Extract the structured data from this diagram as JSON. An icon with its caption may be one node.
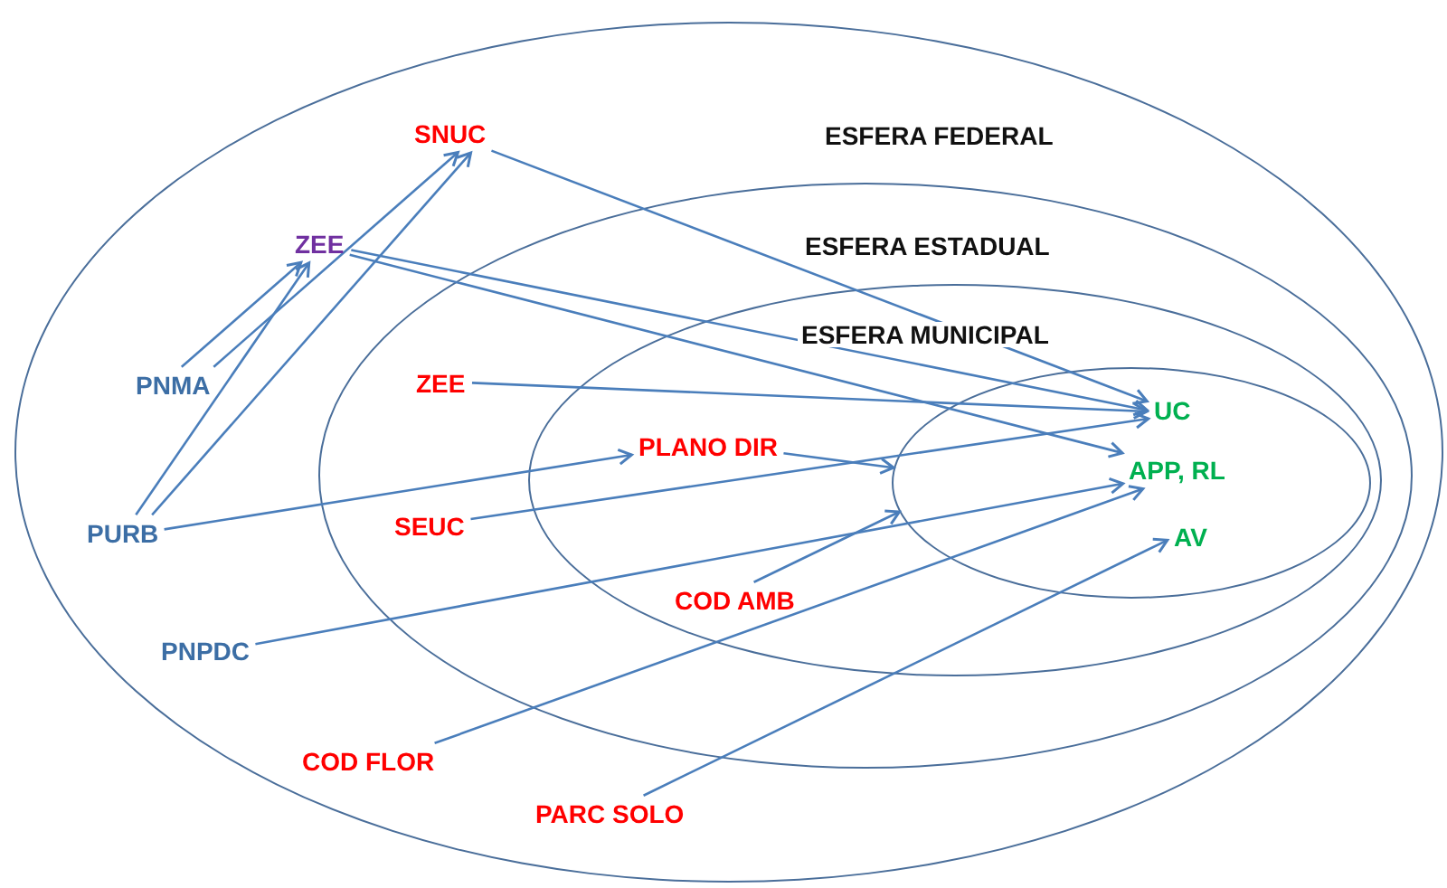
{
  "diagram": {
    "nodes": [
      {
        "text": [
          "ESFERA FEDERAL"
        ]
      },
      {
        "text": [
          "ESFERA ESTADUAL"
        ],
        "in": 0
      },
      {
        "text": [
          "ESFERA MUNICIPAL"
        ],
        "in": 1
      },
      {
        "text": [],
        "shape": "circle",
        "in": 2
      },
      {
        "text": [
          "SNUC"
        ],
        "in": 0
      },
      {
        "text": [
          "ZEE"
        ],
        "in": 0
      },
      {
        "text": [
          "PNMA"
        ],
        "in": 0
      },
      {
        "text": [
          "PURB"
        ],
        "in": 0
      },
      {
        "text": [
          "PNPDC"
        ],
        "in": 0
      },
      {
        "text": [
          "COD FLOR"
        ],
        "in": 0
      },
      {
        "text": [
          "PARC SOLO"
        ],
        "in": 0
      },
      {
        "text": [
          "ZEE"
        ],
        "in": 1
      },
      {
        "text": [
          "SEUC"
        ],
        "in": 1
      },
      {
        "text": [
          "PLANO DIR"
        ],
        "in": 2
      },
      {
        "text": [
          "COD AMB"
        ],
        "in": 2
      },
      {
        "text": [
          "UC"
        ],
        "in": 3
      },
      {
        "text": [
          "APP, RL"
        ],
        "in": 3
      },
      {
        "text": [
          "AV"
        ],
        "in": 3
      }
    ],
    "edges": [
      {
        "from": 6,
        "to": 5,
        "arrow": "to"
      },
      {
        "from": 6,
        "to": 4,
        "arrow": "to"
      },
      {
        "from": 7,
        "to": 5,
        "arrow": "to"
      },
      {
        "from": 7,
        "to": 4,
        "arrow": "to"
      },
      {
        "from": 7,
        "to": 13,
        "arrow": "to"
      },
      {
        "from": 4,
        "to": 15,
        "arrow": "to"
      },
      {
        "from": 5,
        "to": 15,
        "arrow": "to"
      },
      {
        "from": 5,
        "to": 16,
        "arrow": "to"
      },
      {
        "from": 11,
        "to": 15,
        "arrow": "to"
      },
      {
        "from": 12,
        "to": 15,
        "arrow": "to"
      },
      {
        "from": 13,
        "to": 3,
        "arrow": "to"
      },
      {
        "from": 14,
        "to": 3,
        "arrow": "to"
      },
      {
        "from": 8,
        "to": 16,
        "arrow": "to"
      },
      {
        "from": 9,
        "to": 16,
        "arrow": "to"
      },
      {
        "from": 10,
        "to": 17,
        "arrow": "to"
      }
    ]
  }
}
